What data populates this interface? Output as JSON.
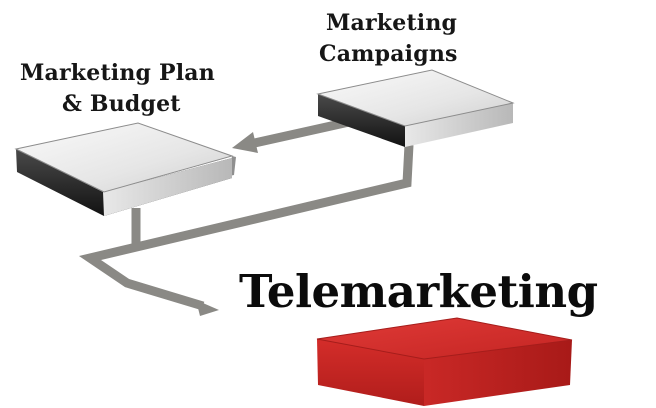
{
  "labels": {
    "marketing_plan_line1": "Marketing Plan",
    "marketing_plan_line2": "& Budget",
    "marketing_campaigns_line1": "Marketing",
    "marketing_campaigns_line2": "Campaigns",
    "telemarketing": "Telemarketing"
  },
  "colors": {
    "box_top": "#ececec",
    "box_side": "#1e1e1e",
    "connector": "#8a8985",
    "accent_box": "#d6302e"
  }
}
